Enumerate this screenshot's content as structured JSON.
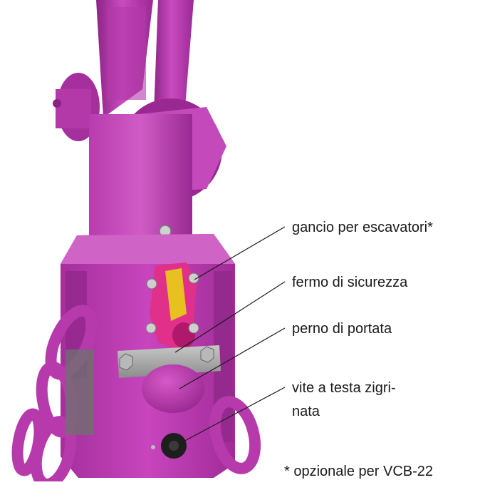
{
  "labels": {
    "excavator_hook": "gancio per escavatori*",
    "safety_catch": "fermo di sicurezza",
    "load_pin": "perno di portata",
    "knurled_screw_line1": "vite a testa zigri-",
    "knurled_screw_line2": "nata"
  },
  "footnote": "* opzionale per VCB-22",
  "colors": {
    "body_magenta": "#c23cb8",
    "hook_pink": "#e0308a",
    "latch_yellow": "#e8c020",
    "plate_steel": "#a8a8a8",
    "screw_black": "#1e1e1e"
  }
}
